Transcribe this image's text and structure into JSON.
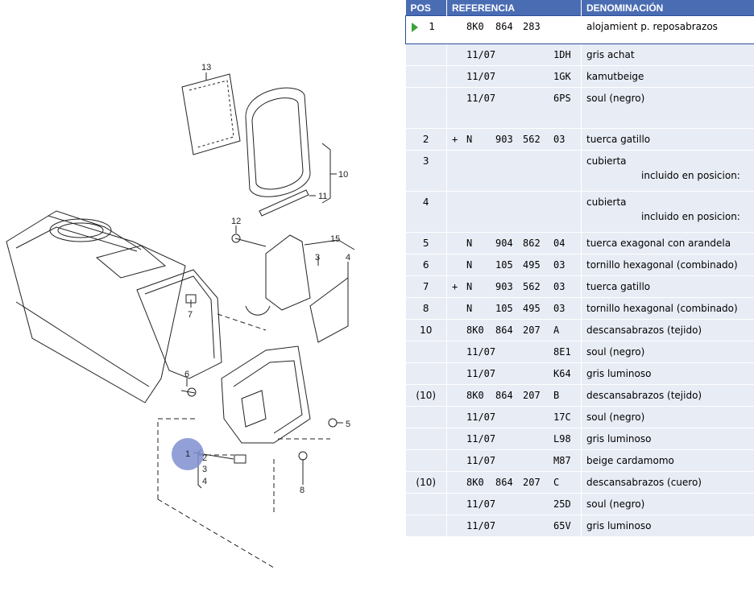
{
  "diagram": {
    "callouts": [
      "13",
      "10",
      "11",
      "12",
      "15",
      "3",
      "4",
      "7",
      "6",
      "5",
      "1",
      "2",
      "3",
      "4",
      "8"
    ]
  },
  "table": {
    "headers": {
      "pos": "POS",
      "ref": "REFERENCIA",
      "den": "DENOMINACIÓN"
    },
    "rows": [
      {
        "pos": "1",
        "plus": "",
        "a": "8K0",
        "b": "864",
        "c": "283",
        "d": "",
        "den": "alojamient p. reposabrazos",
        "sub": ""
      },
      {
        "pos": "",
        "plus": "",
        "a": "11/07",
        "b": "",
        "c": "",
        "d": "1DH",
        "den": "gris achat",
        "sub": ""
      },
      {
        "pos": "",
        "plus": "",
        "a": "11/07",
        "b": "",
        "c": "",
        "d": "1GK",
        "den": "kamutbeige",
        "sub": ""
      },
      {
        "pos": "",
        "plus": "",
        "a": "11/07",
        "b": "",
        "c": "",
        "d": "6PS",
        "den": "soul (negro)",
        "sub": ""
      },
      {
        "pos": "2",
        "plus": "+",
        "a": "N",
        "b": "903",
        "c": "562",
        "d": "03",
        "den": "tuerca gatillo",
        "sub": ""
      },
      {
        "pos": "3",
        "plus": "",
        "a": "",
        "b": "",
        "c": "",
        "d": "",
        "den": "cubierta",
        "sub": "incluido en posicion:"
      },
      {
        "pos": "4",
        "plus": "",
        "a": "",
        "b": "",
        "c": "",
        "d": "",
        "den": "cubierta",
        "sub": "incluido en posicion:"
      },
      {
        "pos": "5",
        "plus": "",
        "a": "N",
        "b": "904",
        "c": "862",
        "d": "04",
        "den": "tuerca exagonal con arandela",
        "sub": ""
      },
      {
        "pos": "6",
        "plus": "",
        "a": "N",
        "b": "105",
        "c": "495",
        "d": "03",
        "den": "tornillo hexagonal (combinado)",
        "sub": ""
      },
      {
        "pos": "7",
        "plus": "+",
        "a": "N",
        "b": "903",
        "c": "562",
        "d": "03",
        "den": "tuerca gatillo",
        "sub": ""
      },
      {
        "pos": "8",
        "plus": "",
        "a": "N",
        "b": "105",
        "c": "495",
        "d": "03",
        "den": "tornillo hexagonal (combinado)",
        "sub": ""
      },
      {
        "pos": "10",
        "plus": "",
        "a": "8K0",
        "b": "864",
        "c": "207",
        "d": "A",
        "den": "descansabrazos (tejido)",
        "sub": ""
      },
      {
        "pos": "",
        "plus": "",
        "a": "11/07",
        "b": "",
        "c": "",
        "d": "8E1",
        "den": "soul (negro)",
        "sub": ""
      },
      {
        "pos": "",
        "plus": "",
        "a": "11/07",
        "b": "",
        "c": "",
        "d": "K64",
        "den": "gris luminoso",
        "sub": ""
      },
      {
        "pos": "(10)",
        "plus": "",
        "a": "8K0",
        "b": "864",
        "c": "207",
        "d": "B",
        "den": "descansabrazos (tejido)",
        "sub": ""
      },
      {
        "pos": "",
        "plus": "",
        "a": "11/07",
        "b": "",
        "c": "",
        "d": "17C",
        "den": "soul (negro)",
        "sub": ""
      },
      {
        "pos": "",
        "plus": "",
        "a": "11/07",
        "b": "",
        "c": "",
        "d": "L98",
        "den": "gris luminoso",
        "sub": ""
      },
      {
        "pos": "",
        "plus": "",
        "a": "11/07",
        "b": "",
        "c": "",
        "d": "M87",
        "den": "beige cardamomo",
        "sub": ""
      },
      {
        "pos": "(10)",
        "plus": "",
        "a": "8K0",
        "b": "864",
        "c": "207",
        "d": "C",
        "den": "descansabrazos (cuero)",
        "sub": ""
      },
      {
        "pos": "",
        "plus": "",
        "a": "11/07",
        "b": "",
        "c": "",
        "d": "25D",
        "den": "soul (negro)",
        "sub": ""
      },
      {
        "pos": "",
        "plus": "",
        "a": "11/07",
        "b": "",
        "c": "",
        "d": "65V",
        "den": "gris luminoso",
        "sub": ""
      }
    ]
  }
}
